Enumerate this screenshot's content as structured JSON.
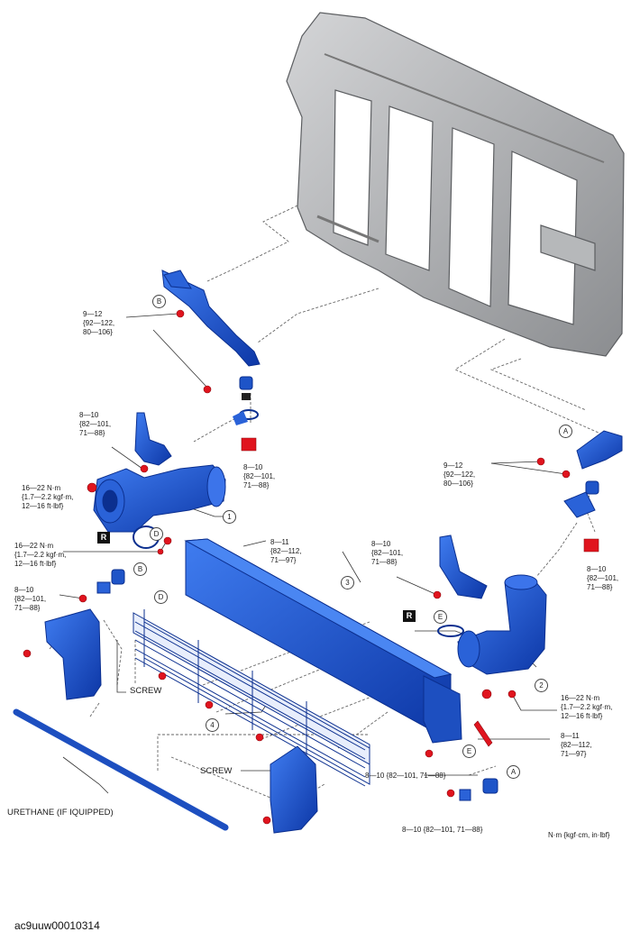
{
  "torque": {
    "b_bracket": "9—12\n{92—122,\n80—106}",
    "b_mount": "8—10\n{82—101,\n71—88}",
    "left_mount_lower": "8—10\n{82—101,\n71—88}",
    "pipe1_upper": "16—22 N·m\n{1.7—2.2 kgf·m,\n12—16 ft·lbf}",
    "pipe1_lower": "16—22 N·m\n{1.7—2.2 kgf·m,\n12—16 ft·lbf}",
    "left_bracket": "8—10\n{82—101,\n71—88}",
    "cooler_top": "8—11\n{82—112,\n71—97}",
    "a_bracket": "9—12\n{92—122,\n80—106}",
    "a_mount": "8—10\n{82—101,\n71—88}",
    "right_bracket": "8—10\n{82—101,\n71—88}",
    "pipe2": "16—22 N·m\n{1.7—2.2 kgf·m,\n12—16 ft·lbf}",
    "cooler_right": "8—11\n{82—112,\n71—97}",
    "bottom_mid": "8—10 {82—101, 71—88}",
    "bottom_right": "8—10 {82—101, 71—88}"
  },
  "labels": {
    "screw_left": "SCREW",
    "screw_right": "SCREW",
    "urethane": "URETHANE (IF IQUIPPED)",
    "units": "N·m {kgf·cm, in·lbf}"
  },
  "markers": {
    "A": "A",
    "B": "B",
    "D": "D",
    "E": "E",
    "R": "R",
    "n1": "1",
    "n2": "2",
    "n3": "3",
    "n4": "4"
  },
  "doc_id": "ac9uuw00010314",
  "colors": {
    "part_blue": "#1f5bd6",
    "part_blue_dark": "#0b2f8f",
    "frame_gray": "#a9abae",
    "bolt_red": "#e0141e"
  }
}
